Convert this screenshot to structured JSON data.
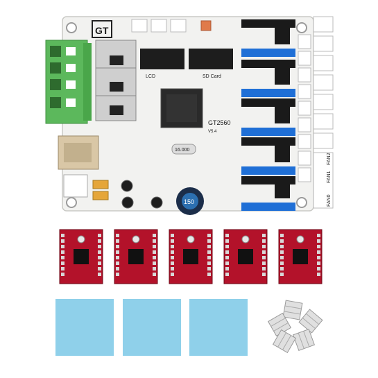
{
  "board": {
    "logo": "GT",
    "model": "GT2560",
    "version": "V5.4",
    "lcd_label": "LCD",
    "sd_label": "SD Card",
    "crystal": "16.000",
    "inductor": "150",
    "fan_labels": [
      "FAN0",
      "FAN1",
      "FAN2"
    ]
  },
  "driver_count": 5,
  "thermal_pad_count": 3,
  "heatsink_count": 5,
  "colors": {
    "board": "#f2f2f0",
    "terminal": "#5cb85c",
    "stepper_pcb": "#b3122a",
    "thermal_pad": "#8fd0ea",
    "header_blue": "#1f6fd6",
    "usb": "#d9c7a6",
    "heatsink": "#dcdcdc"
  }
}
